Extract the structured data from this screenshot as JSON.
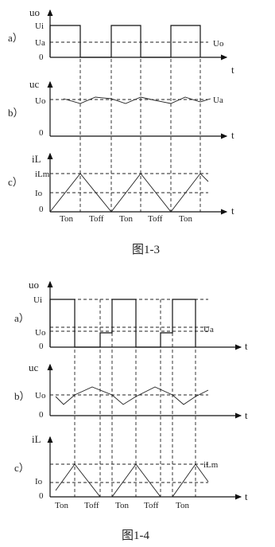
{
  "fig1": {
    "caption": "图1-3",
    "a": {
      "panel": "a）",
      "axis": "uo",
      "ui": "Ui",
      "ua": "Ua",
      "zero": "0",
      "uo_right": "Uo",
      "t": "t"
    },
    "b": {
      "panel": "b）",
      "axis": "uc",
      "uo": "Uo",
      "zero": "0",
      "ua_right": "Ua",
      "t": "t"
    },
    "c": {
      "panel": "c）",
      "axis": "iL",
      "ilm": "iLm",
      "io": "Io",
      "zero": "0",
      "t": "t"
    },
    "intervals": [
      "Ton",
      "Toff",
      "Ton",
      "Toff",
      "Ton"
    ]
  },
  "fig2": {
    "caption": "图1-4",
    "a": {
      "panel": "a）",
      "axis": "uo",
      "ui": "Ui",
      "uo": "Uo",
      "zero": "0",
      "ua_right": "Ua",
      "t": "t"
    },
    "b": {
      "panel": "b）",
      "axis": "uc",
      "uo": "Uo",
      "zero": "0",
      "t": "t"
    },
    "c": {
      "panel": "c）",
      "axis": "iL",
      "ilm": "iLm",
      "io": "Io",
      "zero": "0",
      "t": "t"
    },
    "intervals": [
      "Ton",
      "Toff",
      "Ton",
      "Toff",
      "Ton"
    ]
  }
}
